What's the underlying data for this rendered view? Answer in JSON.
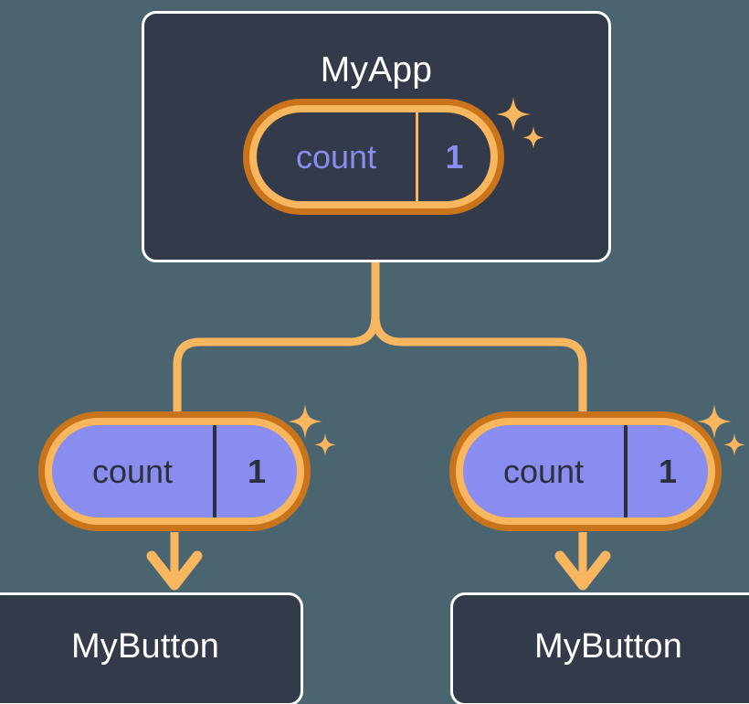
{
  "diagram": {
    "title_visible": false,
    "background_color": "#4b6570",
    "accent_color": "#f8b75f",
    "accent_dark_color": "#c9741a",
    "state_fill_color": "#8a8df0",
    "box_fill_color": "#333a49",
    "box_border_color": "#ffffff"
  },
  "nodes": {
    "root": {
      "label": "MyApp",
      "state": {
        "key": "count",
        "value": "1"
      }
    },
    "children": [
      {
        "label": "MyButton",
        "state": {
          "key": "count",
          "value": "1"
        }
      },
      {
        "label": "MyButton",
        "state": {
          "key": "count",
          "value": "1"
        }
      }
    ]
  },
  "icons": {
    "sparkle_large": "sparkle-icon",
    "sparkle_small": "sparkle-icon",
    "arrow_down": "arrow-down-icon"
  }
}
